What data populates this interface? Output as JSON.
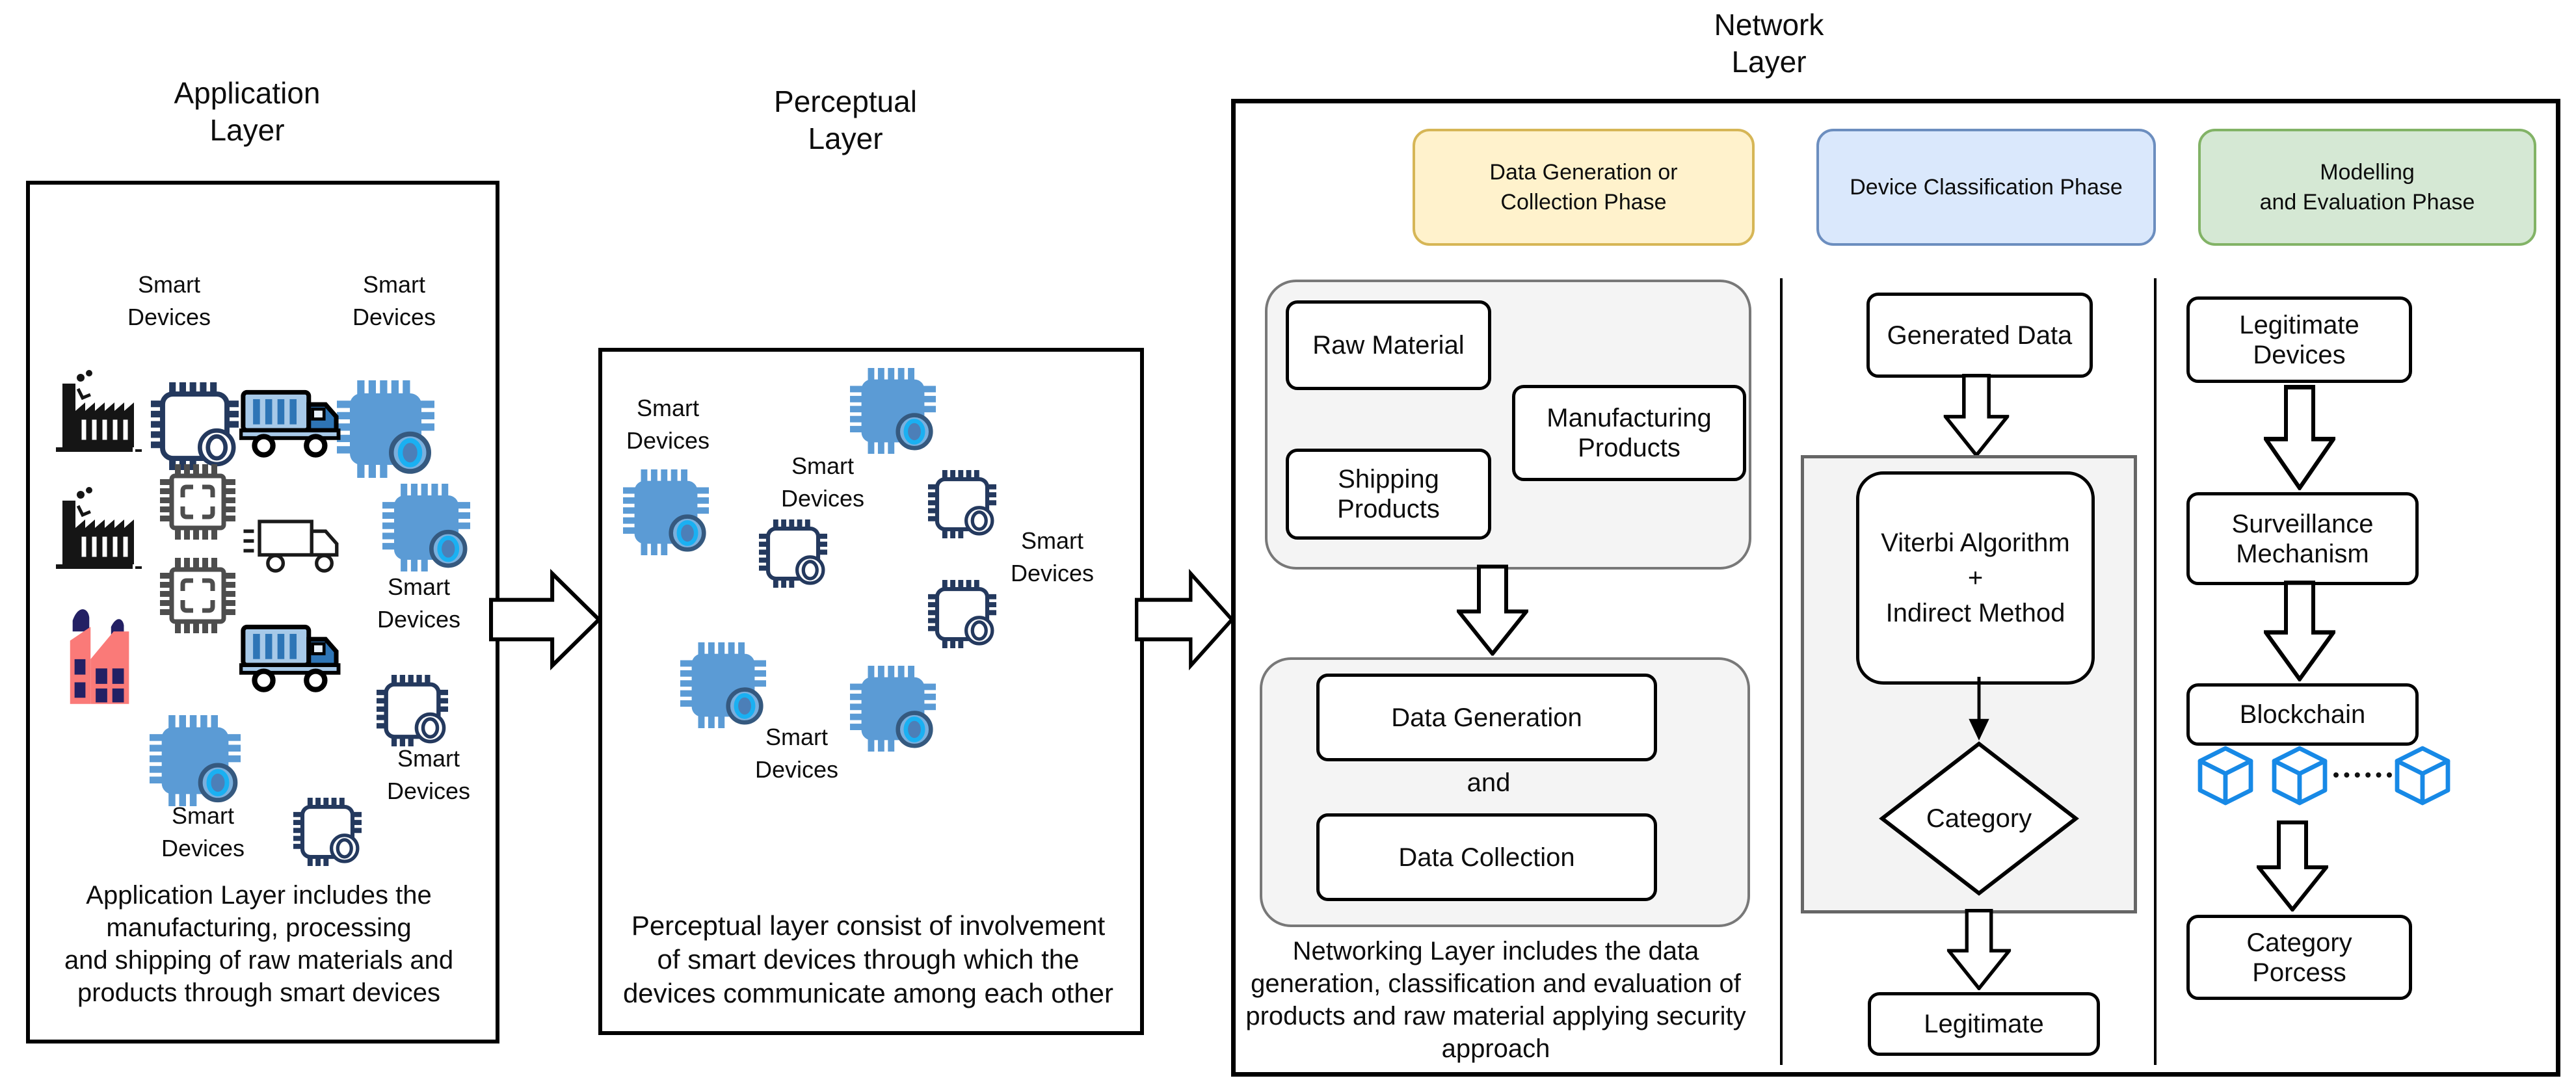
{
  "application_layer": {
    "title_lines": [
      "Application",
      "Layer"
    ],
    "device_label": "Smart Devices",
    "caption_lines": [
      "Application Layer includes the",
      "manufacturing, processing",
      "and shipping of raw materials and",
      "products through smart devices"
    ]
  },
  "perceptual_layer": {
    "title_lines": [
      "Perceptual",
      "Layer"
    ],
    "device_label": "Smart Devices",
    "caption_lines": [
      "Perceptual layer consist of involvement",
      "of smart devices through which the",
      "devices communicate among each other"
    ]
  },
  "network_layer": {
    "title_lines": [
      "Network",
      "Layer"
    ],
    "phases": [
      {
        "id": "data-generation-or-collection",
        "lines": [
          "Data Generation or",
          "Collection Phase"
        ]
      },
      {
        "id": "device-classification",
        "lines": [
          "Device Classification Phase"
        ]
      },
      {
        "id": "modelling-and-evaluation",
        "lines": [
          "Modelling",
          "and Evaluation Phase"
        ]
      }
    ],
    "generation_column": {
      "raw_material": "Raw Material",
      "manufacturing_products": "Manufacturing Products",
      "shipping_products": "Shipping Products",
      "data_generation": "Data Generation",
      "conjunction": "and",
      "data_collection": "Data Collection",
      "caption_lines": [
        "Networking Layer includes the data",
        "generation, classification and evaluation of",
        "products and raw material applying security",
        "approach"
      ]
    },
    "classification_column": {
      "generated_data": "Generated Data",
      "algorithm_lines": [
        "Viterbi Algorithm",
        "+",
        "Indirect Method"
      ],
      "category": "Category",
      "legitimate": "Legitimate"
    },
    "evaluation_column": {
      "legitimate_devices": "Legitimate Devices",
      "surveillance_mechanism": "Surveillance Mechanism",
      "blockchain": "Blockchain",
      "category_process": "Category Porcess"
    }
  },
  "colors": {
    "phase_yellow_fill": "#fff2cc",
    "phase_yellow_border": "#d6b656",
    "phase_blue_fill": "#dae8fc",
    "phase_blue_border": "#6c8ebf",
    "phase_green_fill": "#d5e8d4",
    "phase_green_border": "#82b366",
    "container_fill": "#f4f4f4",
    "container_border": "#787878",
    "chip_blue": "#5b9bd5",
    "chip_navy": "#24395e",
    "chip_gray": "#4d4d4d",
    "sensor_ring_cyan": "#1ab0f2",
    "truck_light_blue": "#a7c9e8",
    "truck_dark_blue": "#2e75b6",
    "factory_black": "#151515",
    "factory_pink": "#fa7a78",
    "factory_window_navy": "#232064",
    "blockchain_cube_blue": "#1789e6",
    "outline_black": "#000000"
  },
  "icons": {
    "smart-device-chip-icon": "filled blue IoT chip with sensor ring",
    "smart-device-chip-outline-icon": "navy outline IoT chip with sensor ring",
    "cpu-chip-icon": "gray outline processor chip with corner brackets",
    "factory-icon": "black factory silhouette with chimney",
    "factory-pink-icon": "pink factory with navy windows and flags",
    "delivery-truck-icon": "blue filled delivery truck",
    "delivery-truck-outline-icon": "outlined delivery truck with motion dashes",
    "blockchain-cube-icon": "blue wireframe cube",
    "block-arrow-down-icon": "outlined block arrow pointing down",
    "block-arrow-right-icon": "outlined block arrow pointing right",
    "flow-arrow-icon": "thin arrow with solid head"
  }
}
